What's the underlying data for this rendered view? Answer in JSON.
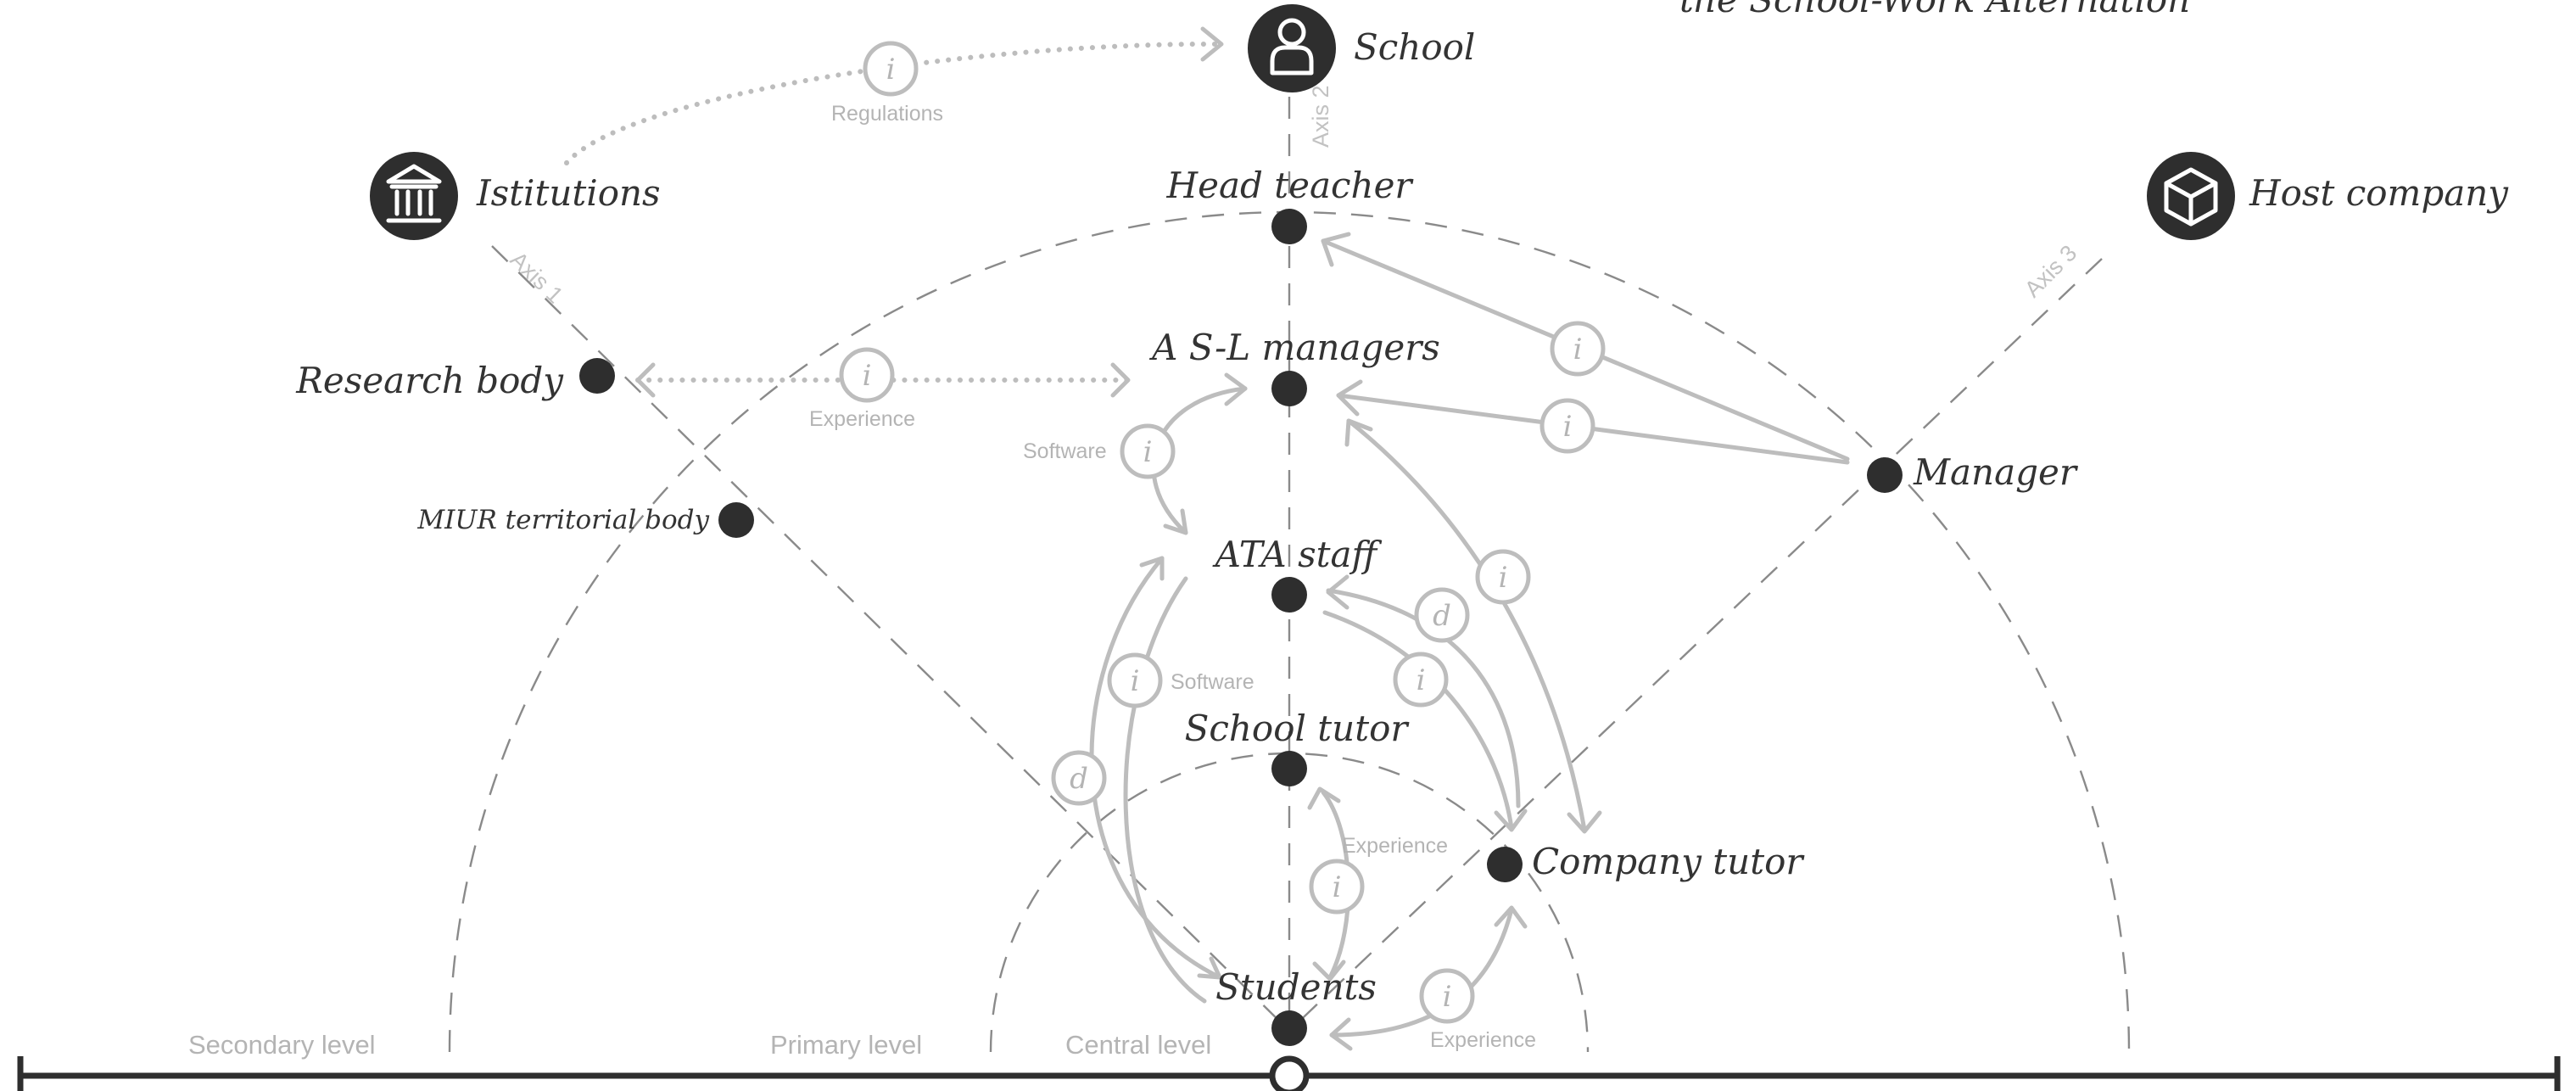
{
  "header": {
    "caption": "the School-Work Alternation"
  },
  "groups": {
    "school": "School",
    "institutions": "Istitutions",
    "host_company": "Host company"
  },
  "group_icons": {
    "school": "person-icon",
    "institutions": "bank-building-icon",
    "host_company": "cube-icon"
  },
  "axes": {
    "axis1": "Axis 1",
    "axis2": "Axis 2",
    "axis3": "Axis 3"
  },
  "levels": {
    "secondary": "Secondary level",
    "primary": "Primary level",
    "central": "Central level"
  },
  "actors": {
    "head_teacher": "Head teacher",
    "asl_managers": "A S-L managers",
    "ata_staff": "ATA staff",
    "school_tutor": "School tutor",
    "students": "Students",
    "research_body": "Research body",
    "miur_body": "MIUR territorial body",
    "manager": "Manager",
    "company_tutor": "Company tutor"
  },
  "flow_labels": {
    "regulations": "Regulations",
    "experience_research": "Experience",
    "software_top": "Software",
    "software_bottom": "Software",
    "experience_tutor": "Experience",
    "experience_company": "Experience"
  },
  "badge_letters": {
    "info": "i",
    "document": "d"
  },
  "colors": {
    "node": "#2e2e2e",
    "flow": "#bdbdbd",
    "guide": "#8a8a8a",
    "label": "#b4b4b4"
  }
}
